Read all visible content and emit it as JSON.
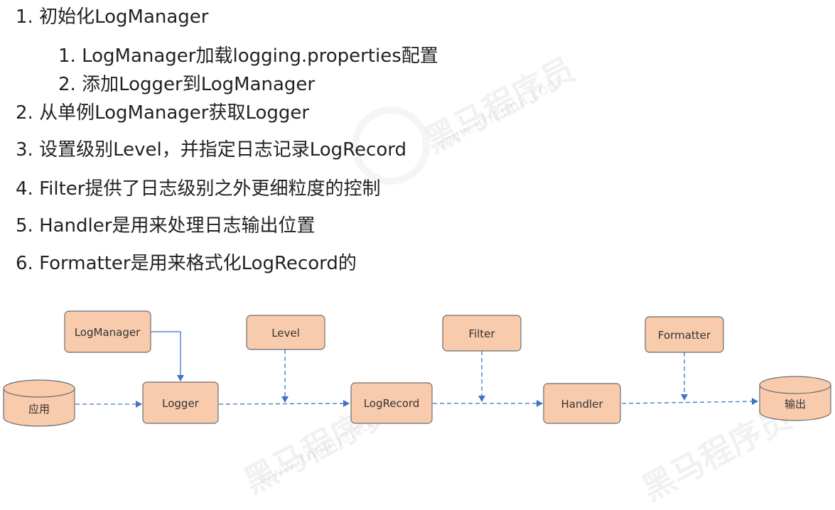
{
  "steps": [
    {
      "text": "1. 初始化LogManager"
    },
    {
      "text": "1. LogManager加载logging.properties配置"
    },
    {
      "text": "2. 添加Logger到LogManager"
    },
    {
      "text": "2. 从单例LogManager获取Logger"
    },
    {
      "text": "3. 设置级别Level，并指定日志记录LogRecord"
    },
    {
      "text": "4. Filter提供了日志级别之外更细粒度的控制"
    },
    {
      "text": "5. Handler是用来处理日志输出位置"
    },
    {
      "text": "6. Formatter是用来格式化LogRecord的"
    }
  ],
  "watermark": {
    "brand": "黑马程序员",
    "site": "www.itheima.com",
    "tm": "TV"
  },
  "diagram": {
    "nodes": {
      "app": "应用",
      "logmanager": "LogManager",
      "logger": "Logger",
      "level": "Level",
      "logrecord": "LogRecord",
      "filter": "Filter",
      "handler": "Handler",
      "formatter": "Formatter",
      "output": "输出"
    }
  },
  "colors": {
    "box_fill": "#f8cbad",
    "box_stroke": "#6d6d6d",
    "arrow": "#4472c4",
    "text": "#222222"
  }
}
